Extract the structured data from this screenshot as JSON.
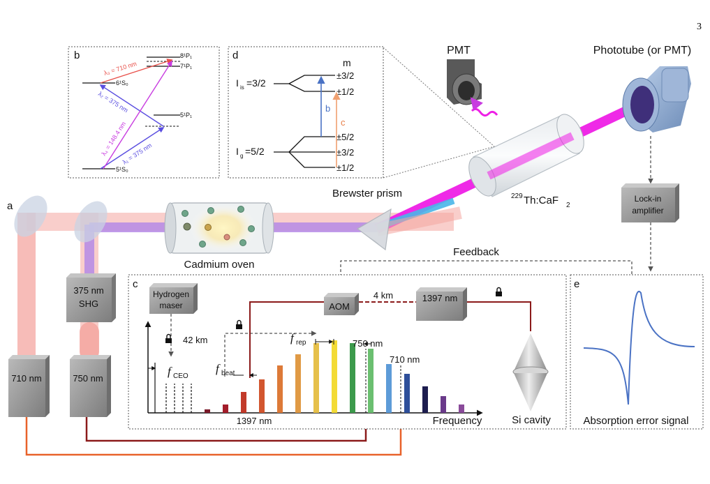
{
  "page_number": "3",
  "panels": {
    "a": "a",
    "b": "b",
    "c": "c",
    "d": "d",
    "e": "e"
  },
  "levels_b": {
    "p8": "8¹P₁",
    "p7": "7¹P₁",
    "s6": "6¹S₀",
    "p5": "5¹P₁",
    "s5": "5¹S₀",
    "t3": "λ₃ = 710 nm",
    "t2": "λ₂ = 375 nm",
    "t4": "λ₄ = 148.4 nm",
    "t1": "λ₁ = 375 nm"
  },
  "levels_d": {
    "m": "m",
    "is_label": "I",
    "is_sub": "is",
    "is_val": "=3/2",
    "ig_label": "I",
    "ig_sub": "g",
    "ig_val": "=5/2",
    "m_p32_top": "±3/2",
    "m_p12_top": "±1/2",
    "m_p52": "±5/2",
    "m_p32_bot": "±3/2",
    "m_p12_bot": "±1/2",
    "b": "b",
    "c": "c"
  },
  "labels": {
    "pmt": "PMT",
    "phototube": "Phototube (or PMT)",
    "crystal_sup": "229",
    "crystal": "Th:CaF",
    "crystal_sub": "2",
    "brewster": "Brewster prism",
    "oven": "Cadmium oven",
    "lockin_1": "Lock-in",
    "lockin_2": "amplifier",
    "feedback": "Feedback",
    "shg_1": "375 nm",
    "shg_2": "SHG",
    "laser_710": "710 nm",
    "laser_750": "750 nm",
    "maser_1": "Hydrogen",
    "maser_2": "maser",
    "km42": "42 km",
    "aom": "AOM",
    "km4": "4 km",
    "laser_1397": "1397 nm",
    "fceo": "f",
    "fceo_sub": "CEO",
    "fbeat": "f",
    "fbeat_sub": "beat",
    "frep": "f",
    "frep_sub": "rep",
    "comb_750": "750 nm",
    "comb_710": "710 nm",
    "comb_1397": "1397 nm",
    "frequency": "Frequency",
    "si_cavity": "Si cavity",
    "absorption": "Absorption error signal"
  },
  "colors": {
    "beam_red": "#f4a6a0",
    "beam_violet": "#b58ae6",
    "beam_magenta": "#ee1fe6",
    "fiber_dark": "#8b1a1a",
    "fiber_orange": "#e8622a",
    "signal_blue": "#4a72c4"
  },
  "comb_colors": [
    "#7b1a2a",
    "#a31d2a",
    "#c23a2a",
    "#d2562f",
    "#dd7a38",
    "#e09a45",
    "#e6c04a",
    "#f3db35",
    "#3c9a4c",
    "#6bbf70",
    "#5d9bd8",
    "#2e4f9a",
    "#1d1d4f",
    "#6a3a8a",
    "#8a4a9a",
    "#9a5aa0"
  ]
}
